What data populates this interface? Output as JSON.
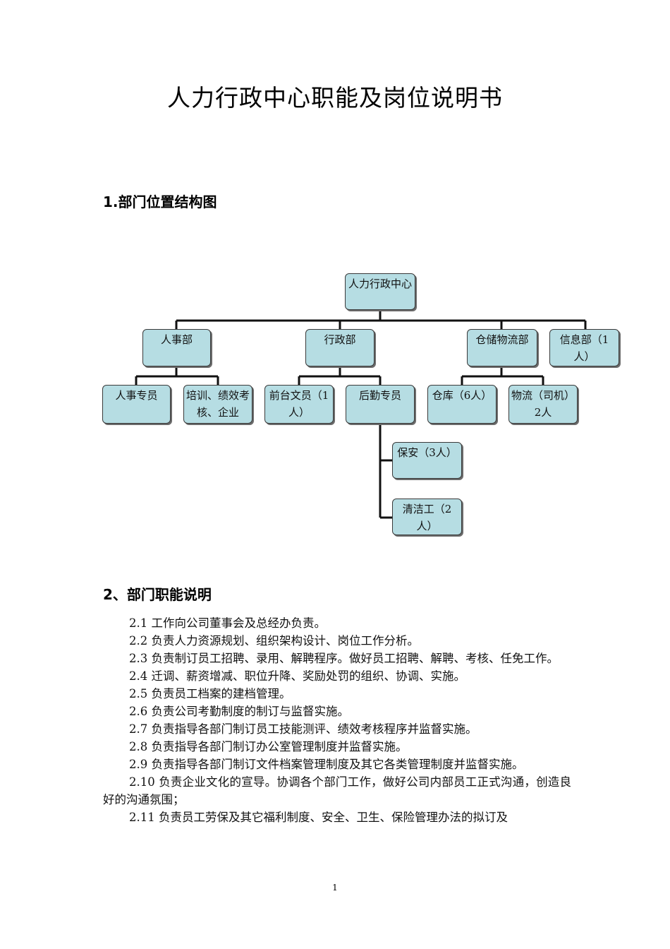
{
  "document": {
    "title": "人力行政中心职能及岗位说明书",
    "section1_heading": "1.部门位置结构图",
    "section2_heading": "2、部门职能说明",
    "page_number": "1"
  },
  "org_chart": {
    "root": "人力行政中心",
    "hr_dept": "人事部",
    "admin_dept": "行政部",
    "logistics_dept": "仓储物流部",
    "it_dept": "信息部（1人）",
    "hr_specialist": "人事专员",
    "training": "培训、绩效考核、企业",
    "front_desk": "前台文员（1人）",
    "logistics_specialist": "后勤专员",
    "warehouse": "仓库（6人）",
    "driver": "物流（司机）2人",
    "security": "保安（3人）",
    "cleaner": "清洁工（2人）"
  },
  "functions": [
    "2.1 工作向公司董事会及总经办负责。",
    "2.2 负责人力资源规划、组织架构设计、岗位工作分析。",
    "2.3 负责制订员工招聘、录用、解聘程序。做好员工招聘、解聘、考核、任免工作。",
    "2.4 迁调、薪资增减、职位升降、奖励处罚的组织、协调、实施。",
    "2.5 负责员工档案的建档管理。",
    "2.6 负责公司考勤制度的制订与监督实施。",
    "2.7 负责指导各部门制订员工技能测评、绩效考核程序并监督实施。",
    "2.8 负责指导各部门制订办公室管理制度并监督实施。",
    "2.9 负责指导各部门制订文件档案管理制度及其它各类管理制度并监督实施。",
    "2.10 负责企业文化的宣导。协调各个部门工作，做好公司内部员工正式沟通，创造良好的沟通氛围；",
    "2.11 负责员工劳保及其它福利制度、安全、卫生、保险管理办法的拟订及"
  ]
}
